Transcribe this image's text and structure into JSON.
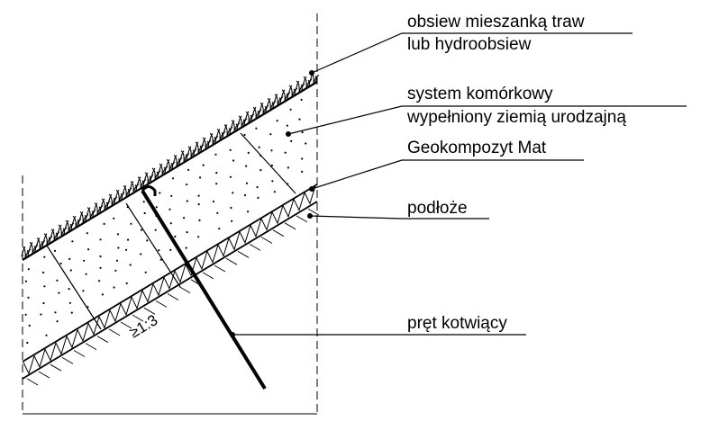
{
  "labels": {
    "grass_line1": "obsiew mieszanką traw",
    "grass_line2": "lub hydroobsiew",
    "cell_line1": "system komórkowy",
    "cell_line2": "wypełniony ziemią urodzajną",
    "geocomposite": "Geokompozyt Mat",
    "subsoil": "podłoże",
    "anchor": "pręt kotwiący",
    "slope_ratio": "≥1:3"
  },
  "colors": {
    "line": "#000000",
    "background": "#ffffff"
  }
}
